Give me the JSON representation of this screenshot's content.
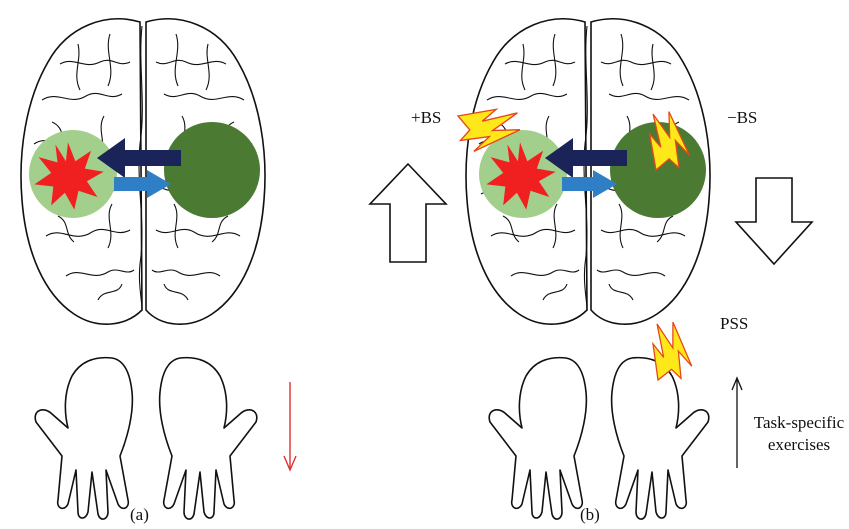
{
  "panel_a": {
    "caption": "(a)"
  },
  "panel_b": {
    "caption": "(b)",
    "plus_bs_label": "+BS",
    "minus_bs_label": "−BS",
    "pss_label": "PSS",
    "exercise_label": [
      "Task-specific",
      "exercises"
    ]
  },
  "colors": {
    "lesioned_hemisphere": "#a3cf8c",
    "healthy_hemisphere": "#4b7a33",
    "lesion_burst": "#f02020",
    "inhibition_arrow": "#1b2458",
    "excitation_arrow": "#2f7fc6",
    "lightning_fill": "#ffe81a",
    "lightning_stroke": "#e8461b",
    "decrease_arrow": "#e03030"
  }
}
